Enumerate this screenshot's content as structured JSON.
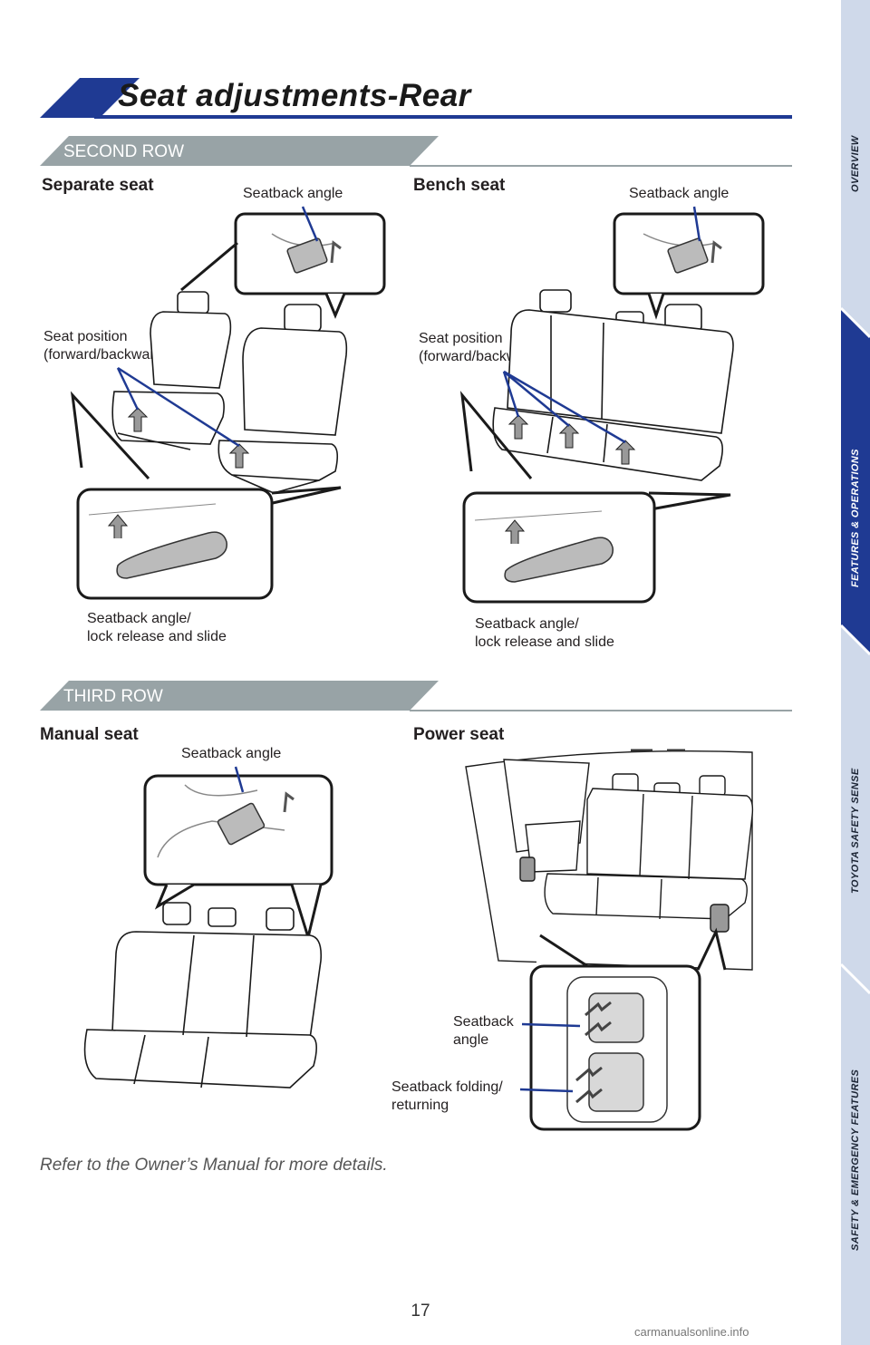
{
  "page_title": "Seat adjustments-Rear",
  "sections": {
    "second_row": {
      "label": "SECOND ROW",
      "separate": {
        "heading": "Separate seat",
        "seatback_angle": "Seatback angle",
        "seat_position": "Seat position\n(forward/backward)",
        "lock_release": "Seatback angle/\nlock release and slide"
      },
      "bench": {
        "heading": "Bench seat",
        "seatback_angle": "Seatback angle",
        "seat_position": "Seat position\n(forward/backward)",
        "lock_release": "Seatback angle/\nlock release and slide"
      }
    },
    "third_row": {
      "label": "THIRD ROW",
      "manual": {
        "heading": "Manual seat",
        "seatback_angle": "Seatback angle"
      },
      "power": {
        "heading": "Power seat",
        "seatback_angle": "Seatback\nangle",
        "folding": "Seatback folding/\nreturning"
      }
    }
  },
  "footer_note": "Refer to the Owner’s Manual for more details.",
  "page_number": "17",
  "sidebar": {
    "tabs": [
      {
        "label": "OVERVIEW",
        "active": false
      },
      {
        "label": "FEATURES & OPERATIONS",
        "active": true
      },
      {
        "label": "TOYOTA SAFETY SENSE",
        "active": false
      },
      {
        "label": "SAFETY & EMERGENCY FEATURES",
        "active": false
      }
    ]
  },
  "watermark": "carmanualsonline.info",
  "colors": {
    "accent_blue": "#1f3a93",
    "section_gray": "#98a3a6",
    "sidebar_light": "#cfd9ea",
    "sidebar_active": "#1f3a93"
  }
}
